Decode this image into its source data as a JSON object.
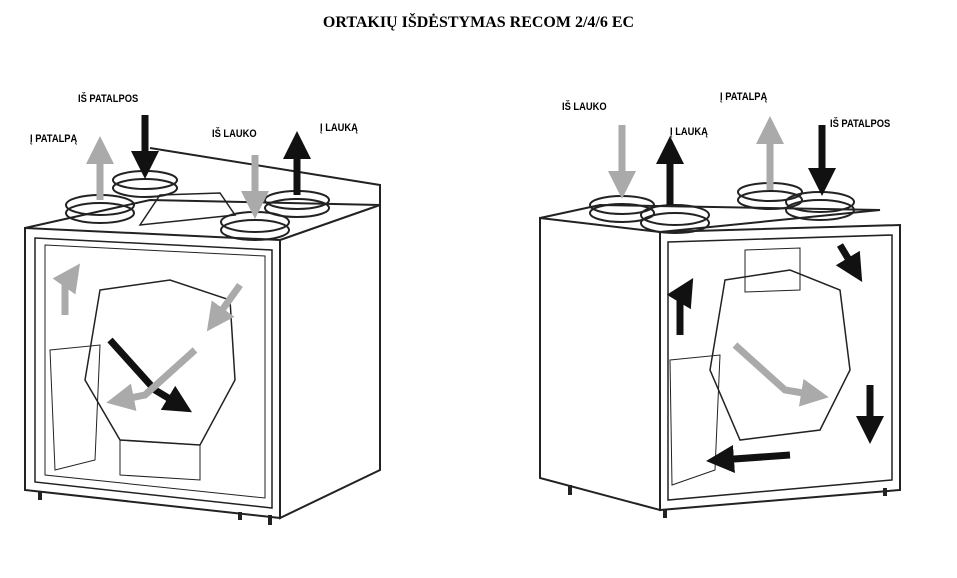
{
  "title": "ORTAKIŲ IŠDĖSTYMAS  RECOM 2/4/6 EC",
  "left_unit": {
    "labels": {
      "is_patalpos": "IŠ PATALPOS",
      "i_patalpa": "Į PATALPĄ",
      "is_lauko": "IŠ LAUKO",
      "i_lauka": "Į LAUKĄ"
    }
  },
  "right_unit": {
    "labels": {
      "is_lauko": "IŠ LAUKO",
      "i_lauka": "Į LAUKĄ",
      "i_patalpa": "Į PATALPĄ",
      "is_patalpos": "IŠ PATALPOS"
    }
  },
  "colors": {
    "supply_air": "#a9a9a9",
    "exhaust_air": "#111111"
  }
}
